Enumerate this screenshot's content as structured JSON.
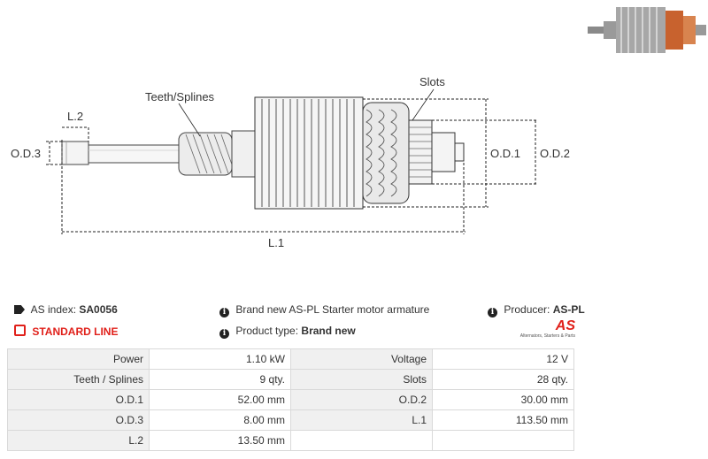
{
  "diagram": {
    "labels": {
      "teeth": "Teeth/Splines",
      "slots": "Slots",
      "l2": "L.2",
      "od3": "O.D.3",
      "od1": "O.D.1",
      "od2": "O.D.2",
      "l1": "L.1"
    }
  },
  "info": {
    "as_index_label": "AS index:",
    "as_index_value": "SA0056",
    "standard_line": "STANDARD LINE",
    "description": "Brand new AS-PL Starter motor armature",
    "product_type_label": "Product type:",
    "product_type_value": "Brand new",
    "producer_label": "Producer:",
    "producer_value": "AS-PL",
    "logo_text": "AS",
    "logo_tagline": "Alternators, Starters & Parts"
  },
  "specs": {
    "rows": [
      {
        "l1": "Power",
        "v1": "1.10 kW",
        "l2": "Voltage",
        "v2": "12 V"
      },
      {
        "l1": "Teeth / Splines",
        "v1": "9 qty.",
        "l2": "Slots",
        "v2": "28 qty."
      },
      {
        "l1": "O.D.1",
        "v1": "52.00 mm",
        "l2": "O.D.2",
        "v2": "30.00 mm"
      },
      {
        "l1": "O.D.3",
        "v1": "8.00 mm",
        "l2": "L.1",
        "v2": "113.50 mm"
      },
      {
        "l1": "L.2",
        "v1": "13.50 mm",
        "l2": "",
        "v2": ""
      }
    ]
  },
  "colors": {
    "accent_red": "#e0201a",
    "label_cell": "#f0f0f0",
    "copper": "#c8622e"
  }
}
